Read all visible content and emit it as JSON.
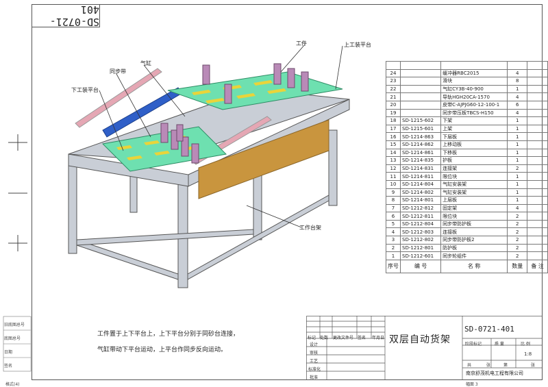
{
  "drawing_code_rotated": "SD-0721-401",
  "labels": {
    "workpiece": "工件",
    "upper_platform": "上工装平台",
    "cylinder": "气缸",
    "sync_belt": "同步带",
    "lower_platform": "下工装平台",
    "work_frame": "工作台架"
  },
  "notes": [
    "工件置于上下平台上，上下平台分别于同砂台连接，",
    "气缸带动下平台运动，上平台作同步反向运动。"
  ],
  "bom": {
    "header": [
      "序号",
      "编 号",
      "名 称",
      "数量",
      "备 注"
    ],
    "rows": [
      [
        "",
        "",
        "",
        "",
        ""
      ],
      [
        "24",
        "",
        "缓冲器RBC2015",
        "4",
        ""
      ],
      [
        "23",
        "",
        "滑块",
        "8",
        ""
      ],
      [
        "22",
        "",
        "气缸CY3B-40-900",
        "1",
        ""
      ],
      [
        "21",
        "",
        "导轨HGH20CA-1570",
        "4",
        ""
      ],
      [
        "20",
        "",
        "皮带C-AJPJG60-12-100-1",
        "6",
        ""
      ],
      [
        "19",
        "",
        "同步带压板TBCS-H150",
        "4",
        ""
      ],
      [
        "18",
        "SD-1215-602",
        "下架",
        "1",
        ""
      ],
      [
        "17",
        "SD-1215-601",
        "上架",
        "1",
        ""
      ],
      [
        "16",
        "SD-1214-863",
        "下层板",
        "1",
        ""
      ],
      [
        "15",
        "SD-1214-862",
        "上移动板",
        "1",
        ""
      ],
      [
        "14",
        "SD-1214-861",
        "下移板",
        "1",
        ""
      ],
      [
        "13",
        "SD-1214-835",
        "护板",
        "1",
        ""
      ],
      [
        "12",
        "SD-1214-831",
        "连接架",
        "2",
        ""
      ],
      [
        "11",
        "SD-1214-811",
        "限位块",
        "1",
        ""
      ],
      [
        "10",
        "SD-1214-804",
        "气缸安装架",
        "1",
        ""
      ],
      [
        "9",
        "SD-1214-802",
        "气缸安装架",
        "1",
        ""
      ],
      [
        "8",
        "SD-1214-801",
        "上层板",
        "1",
        ""
      ],
      [
        "7",
        "SD-1212-812",
        "固定架",
        "4",
        ""
      ],
      [
        "6",
        "SD-1212-811",
        "限位块",
        "2",
        ""
      ],
      [
        "5",
        "SD-1212-804",
        "同步带防护板",
        "2",
        ""
      ],
      [
        "4",
        "SD-1212-803",
        "连接板",
        "2",
        ""
      ],
      [
        "3",
        "SD-1212-802",
        "同步带防护板2",
        "2",
        ""
      ],
      [
        "2",
        "SD-1212-801",
        "防护板",
        "2",
        ""
      ],
      [
        "1",
        "SD-1212-601",
        "同步轮组件",
        "2",
        ""
      ]
    ]
  },
  "title_block": {
    "title": "双层自动货架",
    "drawing_no": "SD-0721-401",
    "scale_header": [
      "阶段标记",
      "质 量",
      "比 例"
    ],
    "scale": "1:8",
    "sheet": [
      "共",
      "张",
      "第",
      "张"
    ],
    "company": "南京舒茂机电工程有限公司",
    "rev_header": [
      "标记",
      "处数",
      "更改文件号",
      "签名",
      "年月日"
    ],
    "roles": [
      "设计",
      "审核",
      "工艺",
      "标准化",
      "批准"
    ]
  },
  "side_labels": [
    "旧底图总号",
    "底图总号",
    "日期",
    "签名"
  ],
  "footer": [
    "格式(4)",
    "幅面 3"
  ]
}
